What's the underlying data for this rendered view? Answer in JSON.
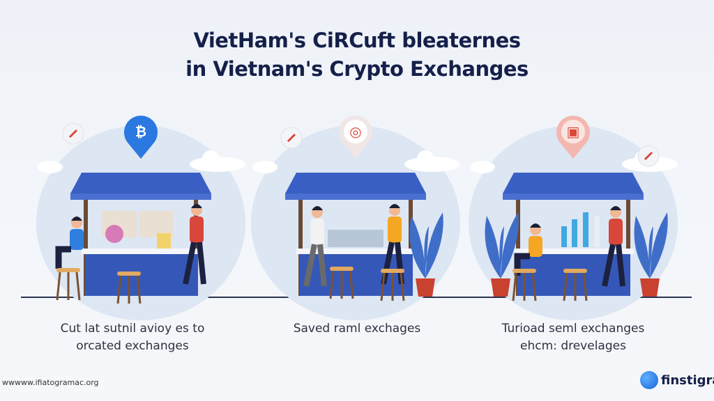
{
  "title": {
    "line1": "VietHam's CiRCuft bleaternes",
    "line2": "in Vietnam's Crypto Exchanges"
  },
  "panels": [
    {
      "icon": "bitcoin-pin-icon",
      "caption_line1": "Cut lat sutnil avioy es to",
      "caption_line2": "orcated exchanges"
    },
    {
      "icon": "coin-pin-icon",
      "caption_line1": "Saved raml exchages",
      "caption_line2": ""
    },
    {
      "icon": "wallet-pin-icon",
      "caption_line1": "Turioad seml exchanges",
      "caption_line2": "ehcm: drevelages"
    }
  ],
  "footer": {
    "url": "wwwww.ifiatogramac.org",
    "brand": "finstigra"
  },
  "colors": {
    "navy": "#15204a",
    "awning": "#3a5fc4",
    "counter": "#3558b8",
    "pin_blue": "#2a78e0",
    "accent_red": "#d9473a"
  }
}
